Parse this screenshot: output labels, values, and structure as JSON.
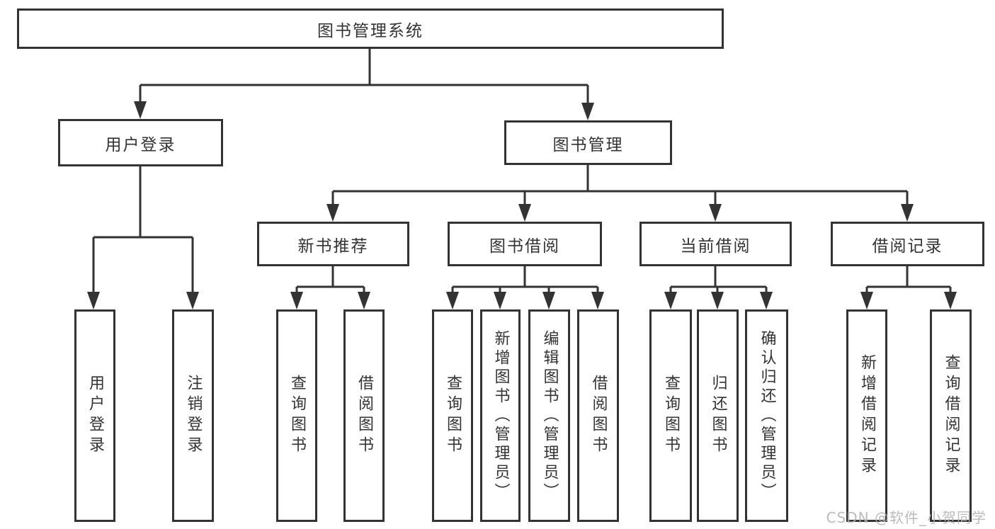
{
  "tree": {
    "label": "图书管理系统",
    "children": [
      {
        "label": "用户登录",
        "children": [
          {
            "label": "用户登录"
          },
          {
            "label": "注销登录"
          }
        ]
      },
      {
        "label": "图书管理",
        "children": [
          {
            "label": "新书推荐",
            "children": [
              {
                "label": "查询图书"
              },
              {
                "label": "借阅图书"
              }
            ]
          },
          {
            "label": "图书借阅",
            "children": [
              {
                "label": "查询图书"
              },
              {
                "label": "新增图书（管理员）"
              },
              {
                "label": "编辑图书（管理员）"
              },
              {
                "label": "借阅图书"
              }
            ]
          },
          {
            "label": "当前借阅",
            "children": [
              {
                "label": "查询图书"
              },
              {
                "label": "归还图书"
              },
              {
                "label": "确认归还（管理员）"
              }
            ]
          },
          {
            "label": "借阅记录",
            "children": [
              {
                "label": "新增借阅记录"
              },
              {
                "label": "查询借阅记录"
              }
            ]
          }
        ]
      }
    ]
  },
  "watermark": "CSDN @软件_小贺同学",
  "colors": {
    "line": "#333333",
    "box_border": "#333333",
    "text": "#333333",
    "background": "#ffffff",
    "watermark": "#b2b2b2"
  }
}
